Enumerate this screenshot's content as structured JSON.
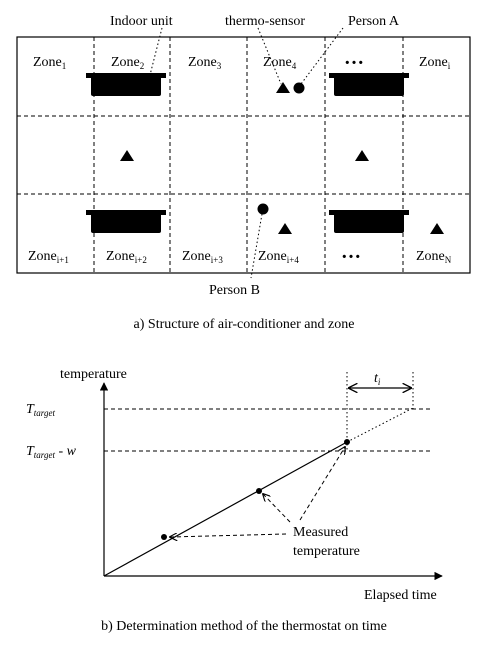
{
  "diagram_a": {
    "labels": {
      "indoor_unit": "Indoor unit",
      "thermo_sensor": "thermo-sensor",
      "person_a": "Person A",
      "person_b": "Person B",
      "ellipsis": "…"
    },
    "zones": [
      {
        "base": "Zone",
        "sub": "1"
      },
      {
        "base": "Zone",
        "sub": "2"
      },
      {
        "base": "Zone",
        "sub": "3"
      },
      {
        "base": "Zone",
        "sub": "4"
      },
      {
        "base": "Zone",
        "sub": "i"
      },
      {
        "base": "Zone",
        "sub": "i+1"
      },
      {
        "base": "Zone",
        "sub": "i+2"
      },
      {
        "base": "Zone",
        "sub": "i+3"
      },
      {
        "base": "Zone",
        "sub": "i+4"
      },
      {
        "base": "Zone",
        "sub": "N"
      }
    ],
    "caption": "a) Structure of air-conditioner and zone"
  },
  "diagram_b": {
    "y_axis_label": "temperature",
    "x_axis_label": "Elapsed time",
    "t_target": {
      "base": "T",
      "sub": "target"
    },
    "t_target_w": {
      "base": "T",
      "sub": "target",
      "suffix": " - w"
    },
    "t_i": {
      "base": "t",
      "sub": "i"
    },
    "measured_line1": "Measured",
    "measured_line2": "temperature",
    "caption": "b) Determination method of the thermostat on time"
  }
}
